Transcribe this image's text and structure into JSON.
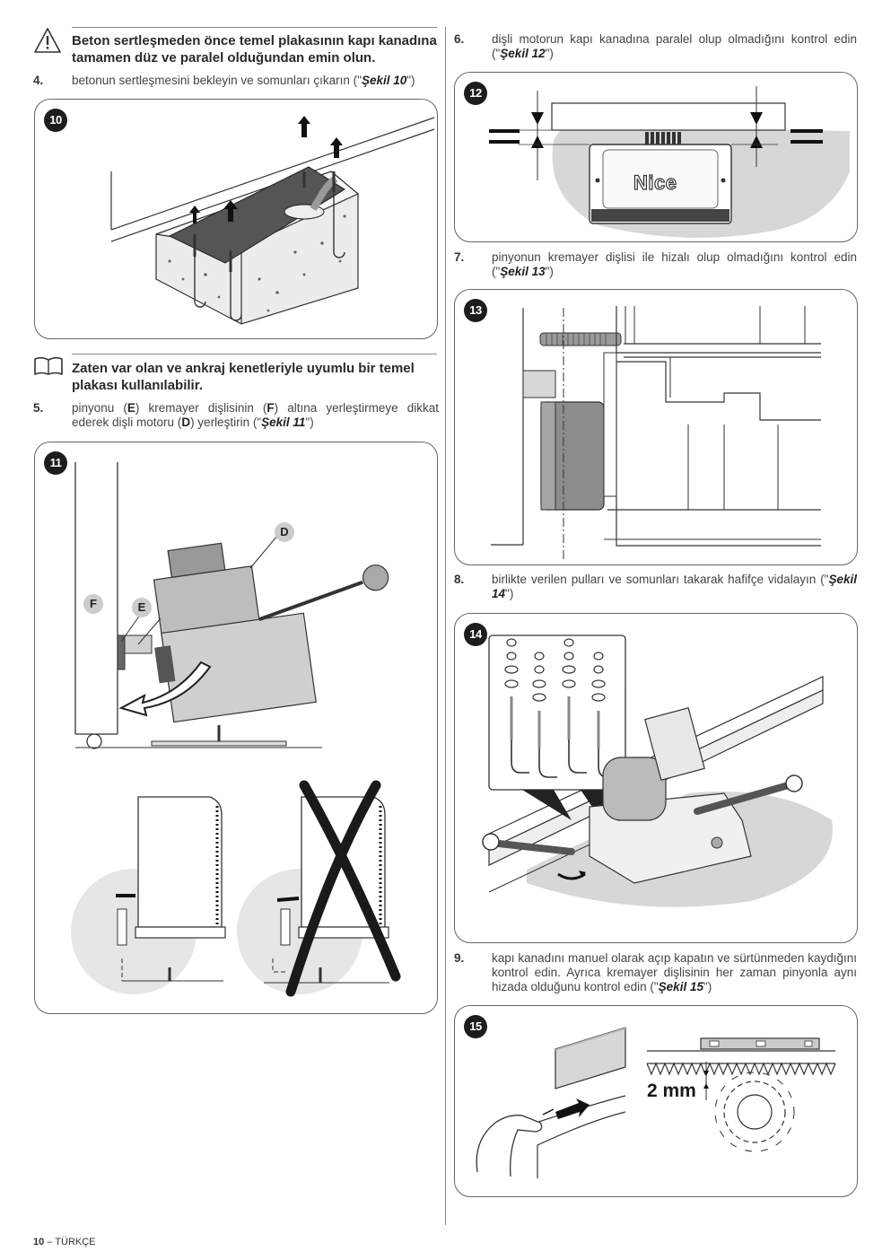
{
  "notes": {
    "warning": "Beton sertleşmeden önce temel plakasının kapı kanadına tamamen düz ve paralel olduğundan emin olun.",
    "info": "Zaten var olan ve ankraj kenetleriyle uyumlu bir temel plakası kullanılabilir."
  },
  "steps": [
    {
      "num": "4.",
      "text": "betonun sertleşmesini bekleyin ve somunları çıkarın (\"",
      "ref": "Şekil 10",
      "tail": "\")"
    },
    {
      "num": "5.",
      "text_a": "pinyonu (",
      "E": "E",
      "text_b": ") kremayer dişlisinin (",
      "F": "F",
      "text_c": ") altına yerleştirmeye dikkat ederek dişli motoru (",
      "D": "D",
      "text_d": ") yerleştirin (\"",
      "ref": "Şekil 11",
      "tail": "\")"
    },
    {
      "num": "6.",
      "text": "dişli motorun kapı kanadına paralel olup olmadığını kontrol edin (\"",
      "ref": "Şekil 12",
      "tail": "\")"
    },
    {
      "num": "7.",
      "text": "pinyonun kremayer dişlisi ile hizalı olup olmadığını kontrol edin (\"",
      "ref": "Şekil 13",
      "tail": "\")"
    },
    {
      "num": "8.",
      "text": "birlikte verilen pulları ve somunları takarak hafifçe vidalayın (\"",
      "ref": "Şekil 14",
      "tail": "\")"
    },
    {
      "num": "9.",
      "text": "kapı kanadını manuel olarak açıp kapatın ve sürtünmeden kaydığını kontrol edin. Ayrıca kremayer dişlisinin her zaman pinyonla aynı hizada olduğunu kontrol edin (\"",
      "ref": "Şekil 15",
      "tail": "\")"
    }
  ],
  "figures": {
    "f10": {
      "badge": "10"
    },
    "f11": {
      "badge": "11",
      "label_D": "D",
      "label_E": "E",
      "label_F": "F"
    },
    "f12": {
      "badge": "12",
      "brand": "Nice"
    },
    "f13": {
      "badge": "13"
    },
    "f14": {
      "badge": "14"
    },
    "f15": {
      "badge": "15",
      "gap": "2 mm"
    }
  },
  "footer": {
    "page": "10",
    "sep": " – ",
    "language": "TÜRKÇE"
  },
  "colors": {
    "accent_dark": "#1d1d1d",
    "shade": "#d7d7d7",
    "motor_gray": "#8c8c8c"
  }
}
